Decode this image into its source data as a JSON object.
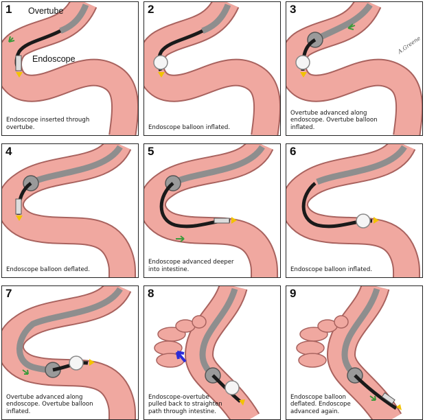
{
  "figure": {
    "labels": {
      "overtube": "Overtube",
      "endoscope": "Endoscope"
    },
    "signature": "A.Greene",
    "colors": {
      "tissue": "#f0a8a0",
      "tissue_dark": "#c97d78",
      "tissue_edge": "#a8625e",
      "scope": "#1a1a1a",
      "overtube": "#8e8e8e",
      "balloon": "#f5f5f5",
      "tip": "#f2c200",
      "arrow": "#3a9a3a",
      "pull_arrow": "#2c2cd8"
    },
    "panels": [
      {
        "number": "1",
        "caption": "Endoscope inserted through\novertube."
      },
      {
        "number": "2",
        "caption": "Endoscope balloon inflated."
      },
      {
        "number": "3",
        "caption": "Overtube advanced along\nendoscope. Overtube balloon\ninflated."
      },
      {
        "number": "4",
        "caption": "Endoscope balloon deflated."
      },
      {
        "number": "5",
        "caption": "Endoscope advanced deeper\ninto intestine."
      },
      {
        "number": "6",
        "caption": "Endoscope balloon inflated."
      },
      {
        "number": "7",
        "caption": "Overtube advanced along\nendoscope. Overtube balloon\ninflated."
      },
      {
        "number": "8",
        "caption": "Endoscope-overtube\npulled back to straighten\npath through intestine."
      },
      {
        "number": "9",
        "caption": "Endoscope balloon\ndeflated. Endoscope\nadvanced again."
      }
    ]
  }
}
